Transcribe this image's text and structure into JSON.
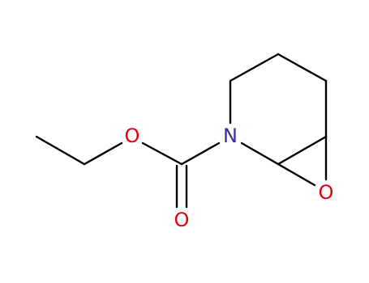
{
  "diagram": {
    "atoms": {
      "ring_n": {
        "symbol": "N",
        "color": "#3a2a9a"
      },
      "ester_o": {
        "symbol": "O",
        "color": "#e0000e"
      },
      "carbonyl_o": {
        "symbol": "O",
        "color": "#e0000e"
      },
      "epoxide_o": {
        "symbol": "O",
        "color": "#e0000e"
      }
    },
    "bond_color": "#000000"
  }
}
